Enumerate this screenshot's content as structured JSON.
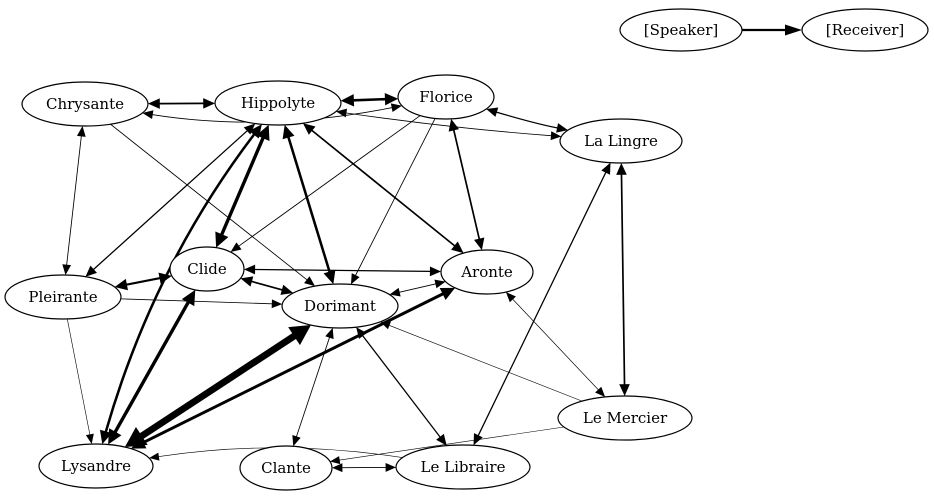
{
  "legend": {
    "speaker": "[Speaker]",
    "receiver": "[Receiver]"
  },
  "nodes": [
    {
      "id": "chrysante",
      "label": "Chrysante"
    },
    {
      "id": "hippolyte",
      "label": "Hippolyte"
    },
    {
      "id": "florice",
      "label": "Florice"
    },
    {
      "id": "la_lingre",
      "label": "La Lingre"
    },
    {
      "id": "clide",
      "label": "Clide"
    },
    {
      "id": "aronte",
      "label": "Aronte"
    },
    {
      "id": "pleirante",
      "label": "Pleirante"
    },
    {
      "id": "dorimant",
      "label": "Dorimant"
    },
    {
      "id": "le_mercier",
      "label": "Le Mercier"
    },
    {
      "id": "lysandre",
      "label": "Lysandre"
    },
    {
      "id": "clante",
      "label": "Clante"
    },
    {
      "id": "le_libraire",
      "label": "Le Libraire"
    }
  ],
  "edges": [
    {
      "from": "chrysante",
      "to": "hippolyte",
      "bidirectional": true,
      "weight": 2
    },
    {
      "from": "hippolyte",
      "to": "florice",
      "bidirectional": true,
      "weight": 3
    },
    {
      "from": "chrysante",
      "to": "florice",
      "bidirectional": true,
      "weight": 1
    },
    {
      "from": "florice",
      "to": "la_lingre",
      "bidirectional": true,
      "weight": 1.5
    },
    {
      "from": "hippolyte",
      "to": "la_lingre",
      "bidirectional": true,
      "weight": 1
    },
    {
      "from": "chrysante",
      "to": "pleirante",
      "bidirectional": true,
      "weight": 1
    },
    {
      "from": "chrysante",
      "to": "dorimant",
      "bidirectional": false,
      "weight": 1
    },
    {
      "from": "hippolyte",
      "to": "clide",
      "bidirectional": true,
      "weight": 4
    },
    {
      "from": "hippolyte",
      "to": "dorimant",
      "bidirectional": true,
      "weight": 3
    },
    {
      "from": "hippolyte",
      "to": "aronte",
      "bidirectional": true,
      "weight": 2
    },
    {
      "from": "hippolyte",
      "to": "pleirante",
      "bidirectional": true,
      "weight": 1.5
    },
    {
      "from": "hippolyte",
      "to": "lysandre",
      "bidirectional": true,
      "weight": 3
    },
    {
      "from": "florice",
      "to": "aronte",
      "bidirectional": true,
      "weight": 2
    },
    {
      "from": "florice",
      "to": "clide",
      "bidirectional": false,
      "weight": 1
    },
    {
      "from": "florice",
      "to": "dorimant",
      "bidirectional": false,
      "weight": 1
    },
    {
      "from": "la_lingre",
      "to": "le_mercier",
      "bidirectional": true,
      "weight": 2
    },
    {
      "from": "la_lingre",
      "to": "le_libraire",
      "bidirectional": true,
      "weight": 1.5
    },
    {
      "from": "clide",
      "to": "aronte",
      "bidirectional": true,
      "weight": 1.5
    },
    {
      "from": "clide",
      "to": "dorimant",
      "bidirectional": true,
      "weight": 2
    },
    {
      "from": "clide",
      "to": "pleirante",
      "bidirectional": true,
      "weight": 2.5
    },
    {
      "from": "clide",
      "to": "lysandre",
      "bidirectional": true,
      "weight": 4
    },
    {
      "from": "dorimant",
      "to": "aronte",
      "bidirectional": true,
      "weight": 1
    },
    {
      "from": "pleirante",
      "to": "dorimant",
      "bidirectional": false,
      "weight": 1
    },
    {
      "from": "pleirante",
      "to": "lysandre",
      "bidirectional": false,
      "weight": 0.6
    },
    {
      "from": "dorimant",
      "to": "lysandre",
      "bidirectional": true,
      "weight": 8
    },
    {
      "from": "aronte",
      "to": "lysandre",
      "bidirectional": true,
      "weight": 3.5
    },
    {
      "from": "dorimant",
      "to": "clante",
      "bidirectional": true,
      "weight": 1
    },
    {
      "from": "dorimant",
      "to": "le_libraire",
      "bidirectional": true,
      "weight": 1.5
    },
    {
      "from": "le_mercier",
      "to": "aronte",
      "bidirectional": true,
      "weight": 0.8
    },
    {
      "from": "le_mercier",
      "to": "dorimant",
      "bidirectional": false,
      "weight": 0.6
    },
    {
      "from": "le_mercier",
      "to": "clante",
      "bidirectional": false,
      "weight": 0.6
    },
    {
      "from": "le_libraire",
      "to": "lysandre",
      "bidirectional": false,
      "weight": 0.6
    },
    {
      "from": "clante",
      "to": "le_libraire",
      "bidirectional": true,
      "weight": 1
    }
  ]
}
